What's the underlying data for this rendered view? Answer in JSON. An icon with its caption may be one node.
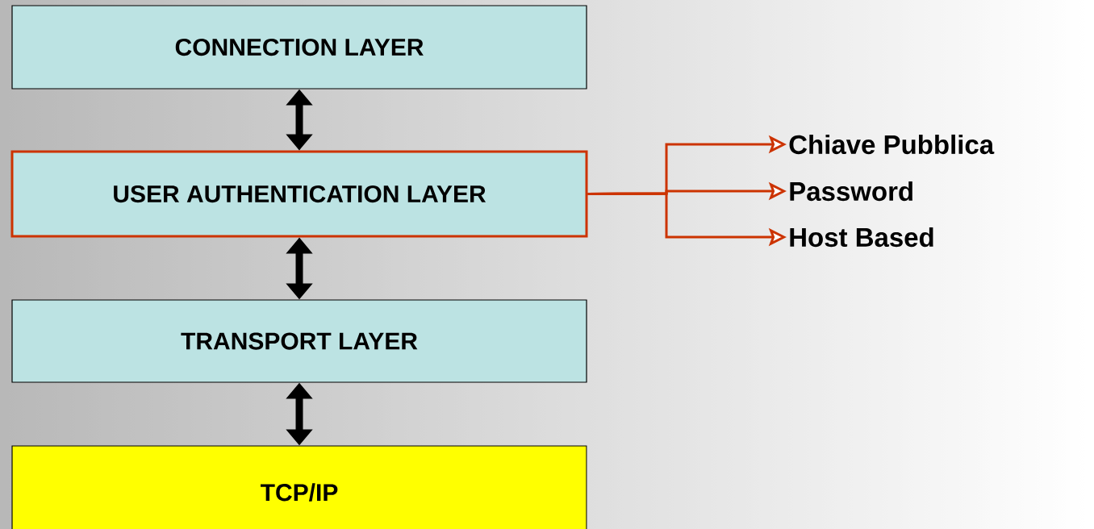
{
  "diagram": {
    "nodes": [
      {
        "text": [
          "CONNECTION LAYER"
        ]
      },
      {
        "text": [
          "USER AUTHENTICATION LAYER"
        ]
      },
      {
        "text": [
          "TRANSPORT LAYER"
        ]
      },
      {
        "text": [
          "TCP/IP"
        ]
      },
      {
        "text": [
          "Chiave Pubblica"
        ]
      },
      {
        "text": [
          "Password"
        ]
      },
      {
        "text": [
          "Host Based"
        ]
      }
    ],
    "edges": [
      {
        "from": 0,
        "to": 1,
        "arrow": "both",
        "style": "thick"
      },
      {
        "from": 1,
        "to": 2,
        "arrow": "both",
        "style": "thick"
      },
      {
        "from": 2,
        "to": 3,
        "arrow": "both",
        "style": "thick"
      },
      {
        "from": 1,
        "to": 4,
        "arrow": "to",
        "color": "#cc3300"
      },
      {
        "from": 1,
        "to": 5,
        "arrow": "to",
        "color": "#cc3300"
      },
      {
        "from": 1,
        "to": 6,
        "arrow": "to",
        "color": "#cc3300"
      }
    ]
  }
}
